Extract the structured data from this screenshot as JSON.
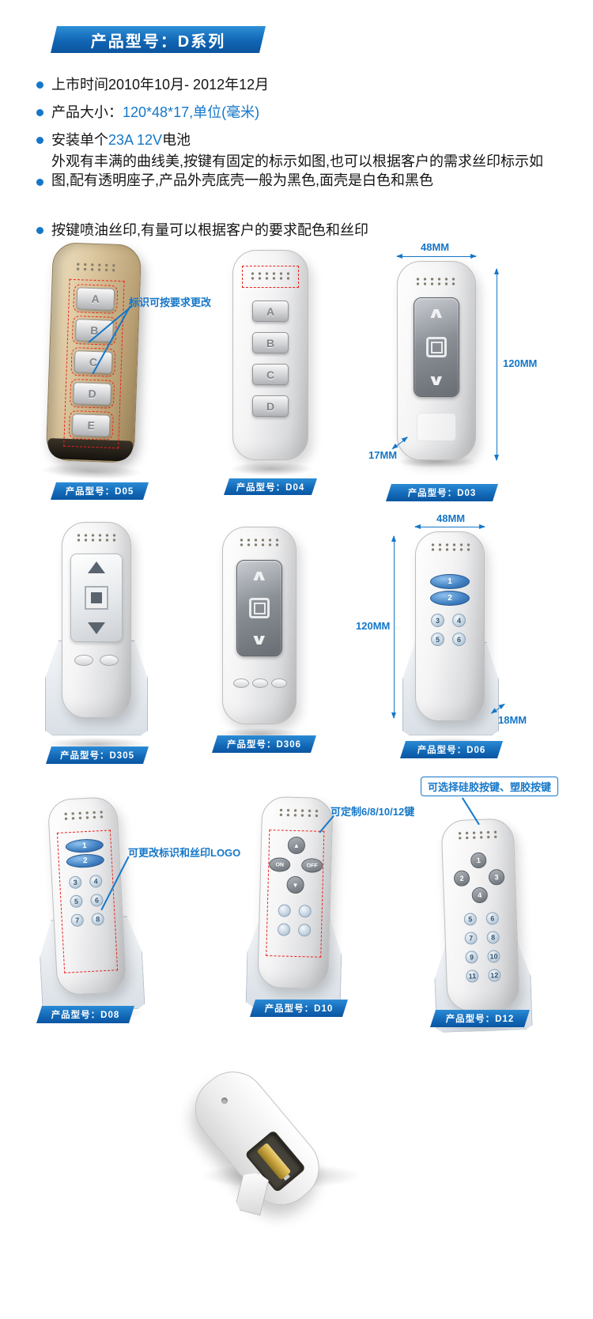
{
  "colors": {
    "accent_blue": "#1577c8",
    "banner_blue_dark": "#0a56a2",
    "banner_blue_light": "#2b8bd5",
    "annotation_red": "#e8231d"
  },
  "icons": {
    "chevron_up": "∧",
    "chevron_down": "∨",
    "triangle_up": "▲",
    "triangle_down": "▼"
  },
  "header": {
    "title": "产品型号：D系列"
  },
  "bullets": {
    "b1": "上市时间2010年10月- 2012年12月",
    "b2_label": "产品大小：",
    "b2_value": "120*48*17,单位(毫米)",
    "b3_pre": "安装单个",
    "b3_highlight": "23A 12V",
    "b3_post": "电池",
    "b4": "外观有丰满的曲线美,按键有固定的标示如图,也可以根据客户的需求丝印标示如图,配有透明座子,产品外壳底壳一般为黑色,面壳是白色和黑色",
    "b5": "按键喷油丝印,有量可以根据客户的要求配色和丝印"
  },
  "annotations": {
    "d05": "标识可按要求更改",
    "d08": "可更改标识和丝印LOGO",
    "d10": "可定制6/8/10/12键",
    "d12": "可选择硅胶按键、塑胶按键"
  },
  "products": {
    "d05": {
      "label": "产品型号：D05",
      "keys": [
        "A",
        "B",
        "C",
        "D",
        "E"
      ]
    },
    "d04": {
      "label": "产品型号：D04",
      "keys": [
        "A",
        "B",
        "C",
        "D"
      ]
    },
    "d03": {
      "label": "产品型号：D03",
      "dim_width": "48MM",
      "dim_height": "120MM",
      "dim_depth": "17MM"
    },
    "d305": {
      "label": "产品型号：D305"
    },
    "d306": {
      "label": "产品型号：D306"
    },
    "d06": {
      "label": "产品型号：D06",
      "dim_width": "48MM",
      "dim_height": "120MM",
      "dim_depth": "18MM",
      "keys": [
        "1",
        "2",
        "3",
        "4",
        "5",
        "6"
      ]
    },
    "d08": {
      "label": "产品型号：D08",
      "keys": [
        "1",
        "2",
        "3",
        "4",
        "5",
        "6",
        "7",
        "8"
      ]
    },
    "d10": {
      "label": "产品型号：D10",
      "keys": [
        "ON",
        "OFF"
      ]
    },
    "d12": {
      "label": "产品型号：D12",
      "keys": [
        "1",
        "2",
        "3",
        "4",
        "5",
        "6",
        "7",
        "8",
        "9",
        "10",
        "11",
        "12"
      ]
    }
  }
}
